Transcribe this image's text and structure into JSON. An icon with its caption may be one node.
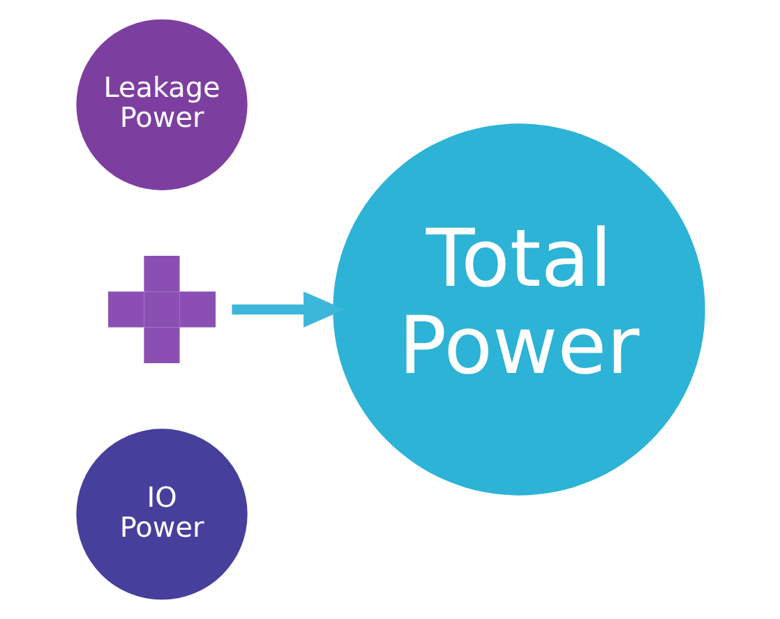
{
  "diagram": {
    "nodes": [
      {
        "text": [
          "Leakage Power"
        ]
      },
      {
        "text": [],
        "shape": "plus"
      },
      {
        "text": [
          "IO Power"
        ]
      },
      {
        "text": [
          "Total Power"
        ]
      }
    ],
    "edges": [
      {
        "from": 1,
        "to": 3,
        "arrow": "to",
        "color": "#3db7d9"
      }
    ]
  }
}
